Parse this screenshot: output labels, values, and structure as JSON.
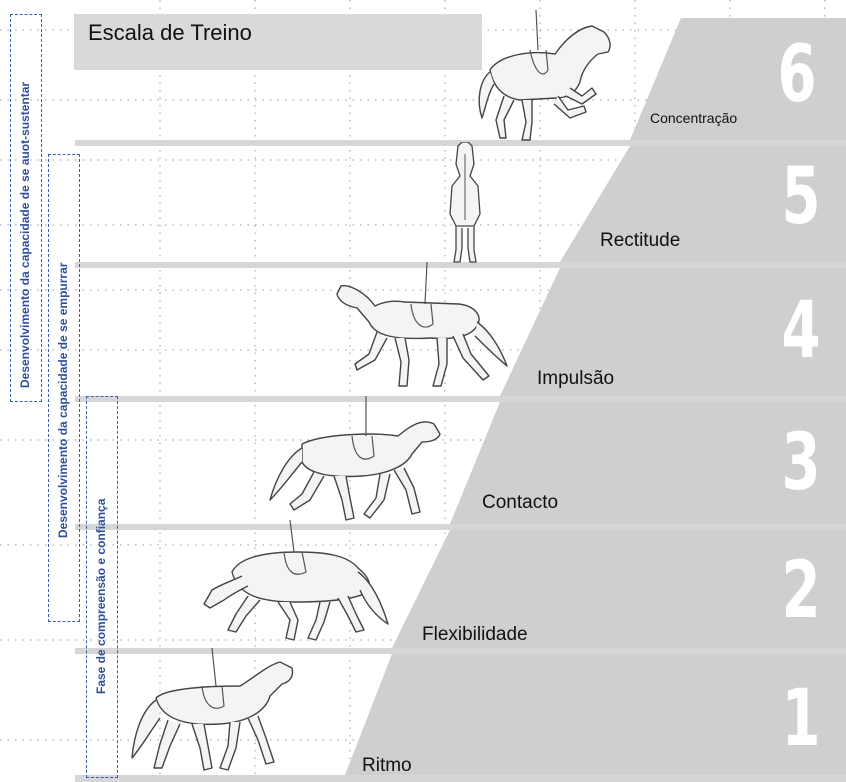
{
  "title": "Escala de Treino",
  "levels": [
    {
      "number": "6",
      "label": "Concentração"
    },
    {
      "number": "5",
      "label": "Rectitude"
    },
    {
      "number": "4",
      "label": "Impulsão"
    },
    {
      "number": "3",
      "label": "Contacto"
    },
    {
      "number": "2",
      "label": "Flexibilidade"
    },
    {
      "number": "1",
      "label": "Ritmo"
    }
  ],
  "phases": {
    "outer": "Desenvolvimento da capacidade de se auot-sustentar",
    "middle": "Desenvolvimento da capacidade de se empurrar",
    "inner": "Fase de compreensão e confiança"
  },
  "colors": {
    "stair_gray": "#cfcfcf",
    "title_bar": "#d9d9d9",
    "phase_border": "#3a5fb0",
    "number_color": "#ffffff"
  },
  "icons": [
    "horse-collected-icon",
    "horse-front-view-icon",
    "horse-trot-icon",
    "horse-trot-icon",
    "horse-stretch-icon",
    "horse-walk-icon"
  ]
}
